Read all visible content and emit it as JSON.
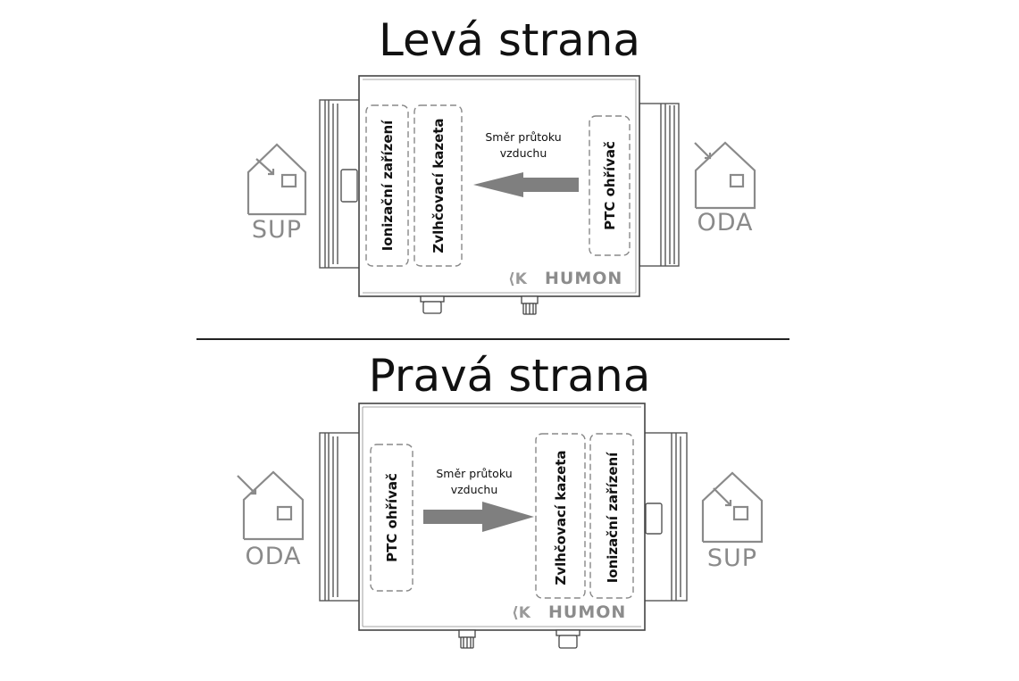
{
  "left_side": {
    "title": "Levá strana",
    "flow_text_line1": "Směr průtoku",
    "flow_text_line2": "vzduchu",
    "cartridge_1": "Ionizační zařízení",
    "cartridge_2": "Zvlhčovací kazeta",
    "heater": "PTC ohřívač",
    "house_left": "SUP",
    "house_right": "ODA",
    "brand": "HUMON",
    "flow_direction": "right-to-left"
  },
  "right_side": {
    "title": "Pravá strana",
    "flow_text_line1": "Směr průtoku",
    "flow_text_line2": "vzduchu",
    "cartridge_1": "Zvlhčovací kazeta",
    "cartridge_2": "Ionizační zařízení",
    "heater": "PTC ohřívač",
    "house_left": "ODA",
    "house_right": "SUP",
    "brand": "HUMON",
    "flow_direction": "left-to-right"
  },
  "colors": {
    "outline": "#555555",
    "arrow": "#7f7f7f",
    "house": "#8a8a8a",
    "dashed": "#888888"
  }
}
